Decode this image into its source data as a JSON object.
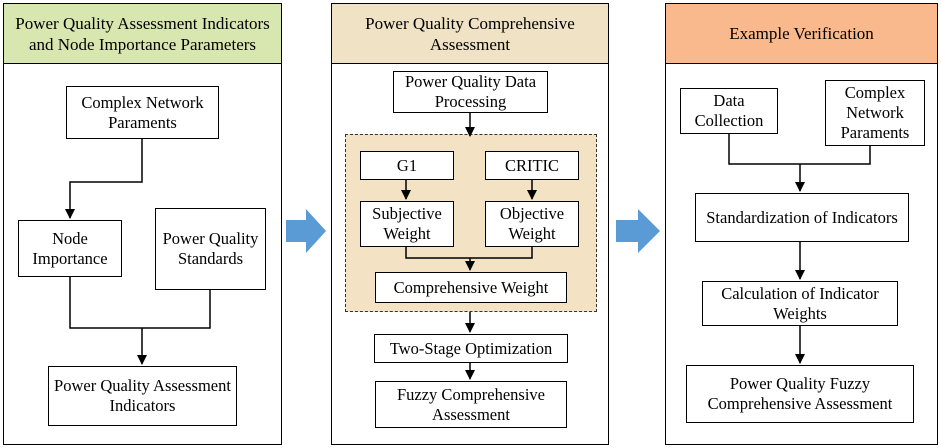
{
  "colors": {
    "panel1_header": "#d8e6b0",
    "panel2_header": "#f0e2c4",
    "panel3_header": "#f9b98c",
    "weight_region": "#f3e3c4",
    "flow_arrow": "#5b9bd5"
  },
  "panel1": {
    "title": "Power Quality Assessment Indicators and Node Importance Parameters",
    "complex_network": "Complex Network Paraments",
    "node_importance": "Node Importance",
    "pq_standards": "Power Quality Standards",
    "pq_indicators": "Power Quality Assessment Indicators"
  },
  "panel2": {
    "title": "Power Quality Comprehensive Assessment",
    "data_processing": "Power Quality Data Processing",
    "g1": "G1",
    "critic": "CRITIC",
    "subjective_weight": "Subjective Weight",
    "objective_weight": "Objective Weight",
    "comprehensive_weight": "Comprehensive Weight",
    "two_stage": "Two-Stage Optimization",
    "fuzzy": "Fuzzy Comprehensive Assessment"
  },
  "panel3": {
    "title": "Example Verification",
    "data_collection": "Data Collection",
    "complex_network": "Complex Network Paraments",
    "standardization": "Standardization of Indicators",
    "calc_weights": "Calculation of Indicator Weights",
    "pq_fuzzy": "Power Quality Fuzzy Comprehensive Assessment"
  },
  "icons": {
    "flow_arrow_1": "right-arrow-icon",
    "flow_arrow_2": "right-arrow-icon"
  }
}
